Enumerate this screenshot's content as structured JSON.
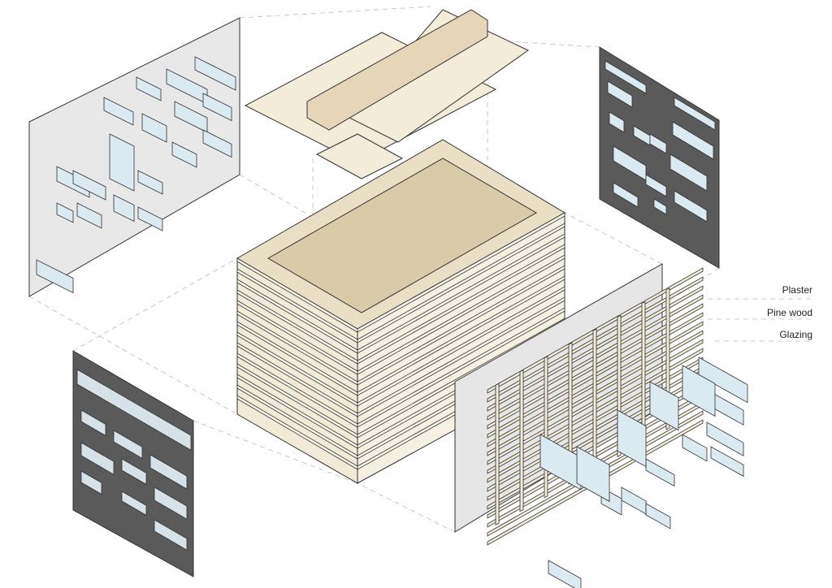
{
  "legend": {
    "items": [
      {
        "label": "Plaster",
        "color": "#e6e6e6"
      },
      {
        "label": "Pine wood",
        "color": "#f1ead6"
      },
      {
        "label": "Glazing",
        "color": "#dbe9f1"
      }
    ]
  },
  "colors": {
    "plaster": "#e6e6e6",
    "wood": "#f1ead6",
    "glazing": "#dbe9f1",
    "dark_panel": "#5a5a5a",
    "stroke": "#333333"
  }
}
